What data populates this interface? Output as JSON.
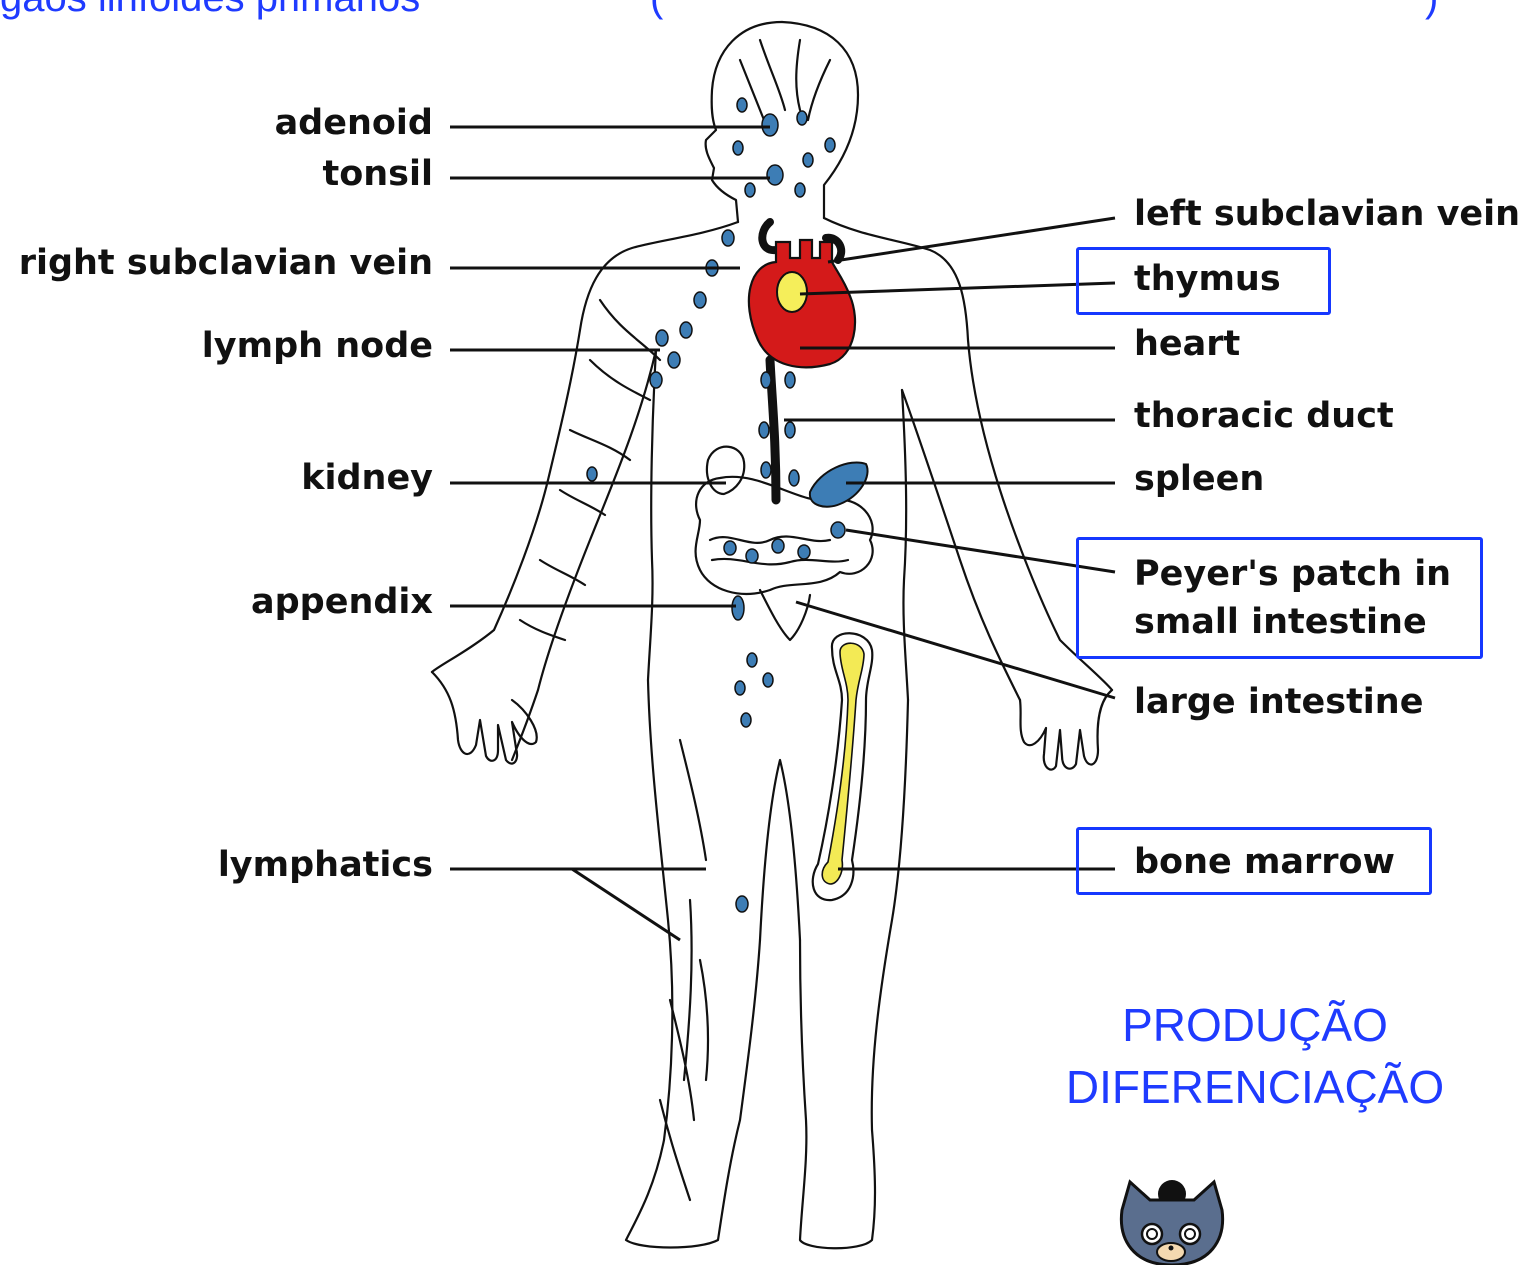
{
  "title": {
    "left": "gãos linfóides primários",
    "paren_left": "(",
    "paren_right": ")"
  },
  "labels_left": {
    "adenoid": "adenoid",
    "tonsil": "tonsil",
    "right_subclavian_vein": "right subclavian vein",
    "lymph_node": "lymph node",
    "kidney": "kidney",
    "appendix": "appendix",
    "lymphatics": "lymphatics"
  },
  "labels_right": {
    "left_subclavian_vein": "left subclavian vein",
    "thymus": "thymus",
    "heart": "heart",
    "thoracic_duct": "thoracic duct",
    "spleen": "spleen",
    "peyers_patch_line1": "Peyer's patch in",
    "peyers_patch_line2": "small intestine",
    "large_intestine": "large intestine",
    "bone_marrow": "bone marrow"
  },
  "annotation": {
    "line1": "PRODUÇÃO",
    "line2": "DIFERENCIAÇÃO"
  },
  "colors": {
    "highlight_box": "#1638ff",
    "annotation_text": "#1f3bff",
    "lymph_node": "#3d7db5",
    "heart": "#d41a1a",
    "thymus": "#f5ee5a",
    "bone": "#f3ea55",
    "outline": "#111111"
  },
  "icons": [
    "cartoon-mascot-icon"
  ]
}
